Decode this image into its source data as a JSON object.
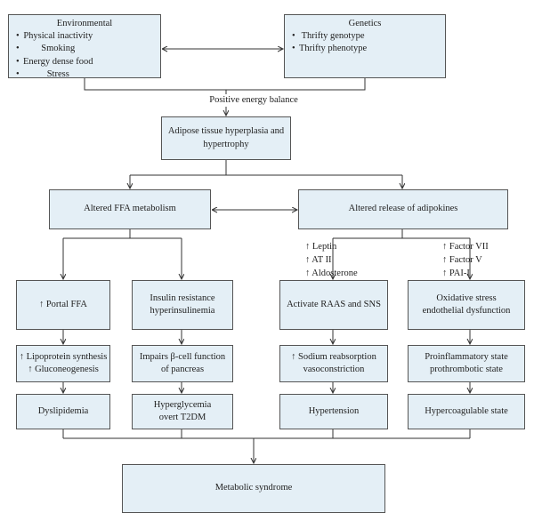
{
  "environmental": {
    "title": "Environmental",
    "items": [
      "Physical inactivity",
      "Smoking",
      "Energy dense food",
      "Stress"
    ]
  },
  "genetics": {
    "title": "Genetics",
    "items": [
      "Thrifty genotype",
      "Thrifty phenotype"
    ]
  },
  "energy_label": "Positive energy balance",
  "adipose": [
    "Adipose tissue hyperplasia and",
    "hypertrophy"
  ],
  "ffa": "Altered FFA metabolism",
  "adipokines": "Altered release of adipokines",
  "raas_factors": [
    "↑ Leptin",
    "↑ AT II",
    "↑ Aldosterone"
  ],
  "coag_factors": [
    "↑ Factor VII",
    "↑ Factor V",
    "↑ PAI-I"
  ],
  "col1": {
    "top": "↑ Portal FFA",
    "mid": [
      "↑ Lipoprotein synthesis",
      "↑ Gluconeogenesis"
    ],
    "bottom": "Dyslipidemia"
  },
  "col2": {
    "top": [
      "Insulin resistance",
      "hyperinsulinemia"
    ],
    "mid": [
      "Impairs β-cell function",
      "of pancreas"
    ],
    "bottom": [
      "Hyperglycemia",
      "overt T2DM"
    ]
  },
  "col3": {
    "top": "Activate RAAS and SNS",
    "mid": [
      "↑ Sodium reabsorption",
      "vasoconstriction"
    ],
    "bottom": "Hypertension"
  },
  "col4": {
    "top": [
      "Oxidative stress",
      "endothelial dysfunction"
    ],
    "mid": [
      "Proinflammatory state",
      "prothrombotic state"
    ],
    "bottom": "Hypercoagulable state"
  },
  "metabolic": "Metabolic syndrome"
}
